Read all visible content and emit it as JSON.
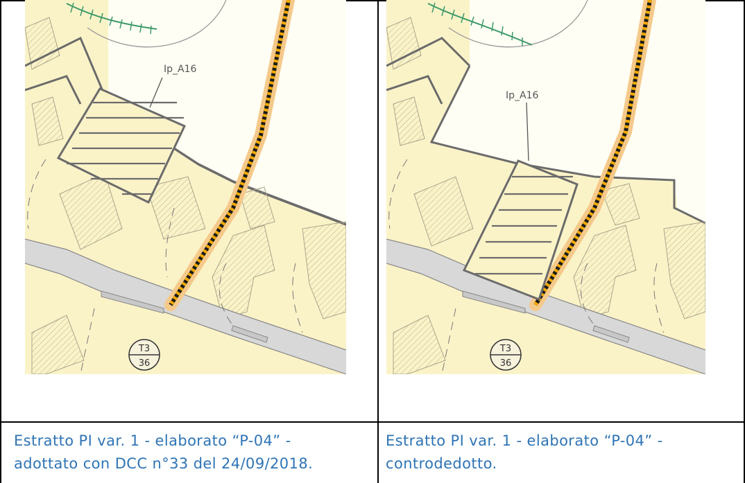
{
  "maps": {
    "left": {
      "label": "Ip_A16",
      "badge_top": "T3",
      "badge_bottom": "36"
    },
    "right": {
      "label": "Ip_A16",
      "badge_top": "T3",
      "badge_bottom": "36"
    }
  },
  "captions": {
    "left": {
      "line1": "Estratto PI var. 1 - elaborato “P-04” -",
      "line2": "adottato con DCC n°33 del 24/09/2018."
    },
    "right": {
      "line1": "Estratto PI var. 1 - elaborato “P-04” -",
      "line2": "controdedotto."
    }
  },
  "colors": {
    "land": "#fbf3c8",
    "open_area": "#fffef4",
    "road": "#d8d8d8",
    "rail_border": "#f5c98a",
    "caption": "#2e74b5"
  }
}
